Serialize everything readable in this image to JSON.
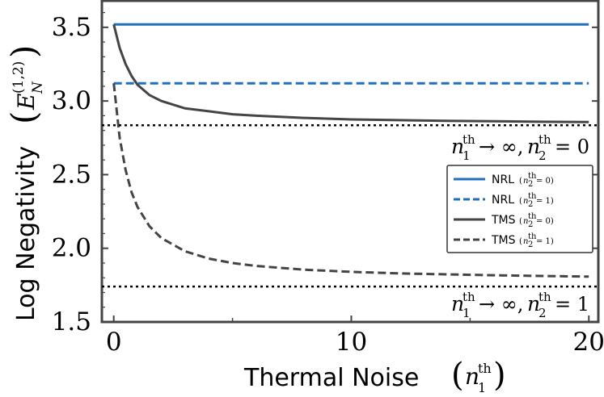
{
  "chart_data": {
    "type": "line",
    "xlabel": "Thermal Noise",
    "ylabel": "Log Negativity",
    "xlim": [
      -0.5,
      20.4
    ],
    "ylim": [
      1.5,
      3.68
    ],
    "x_ticks": [
      0,
      10,
      20
    ],
    "x_tick_labels": [
      "0",
      "10",
      "20"
    ],
    "y_ticks": [
      1.5,
      2.0,
      2.5,
      3.0,
      3.5
    ],
    "y_tick_labels": [
      "1.5",
      "2.0",
      "2.5",
      "3.0",
      "3.5"
    ],
    "grid": false,
    "legend_position": "center-right",
    "series": [
      {
        "name": "NRL",
        "condition": "= 0",
        "style": "solid",
        "color": "#1f6fbd",
        "x": [
          0,
          20
        ],
        "y": [
          3.52,
          3.52
        ]
      },
      {
        "name": "NRL",
        "condition": "= 1",
        "style": "dashed",
        "color": "#1f6fbd",
        "x": [
          0,
          20
        ],
        "y": [
          3.12,
          3.12
        ]
      },
      {
        "name": "TMS",
        "condition": "= 0",
        "style": "solid",
        "color": "#444444",
        "x": [
          0,
          0.25,
          0.5,
          0.75,
          1,
          1.5,
          2,
          3,
          4,
          5,
          6,
          8,
          10,
          12,
          14,
          16,
          18,
          20
        ],
        "y": [
          3.52,
          3.36,
          3.25,
          3.17,
          3.11,
          3.04,
          3.0,
          2.95,
          2.93,
          2.91,
          2.9,
          2.885,
          2.875,
          2.87,
          2.865,
          2.862,
          2.859,
          2.857
        ]
      },
      {
        "name": "TMS",
        "condition": "= 1",
        "style": "dashed",
        "color": "#444444",
        "x": [
          0,
          0.25,
          0.5,
          0.75,
          1,
          1.5,
          2,
          3,
          4,
          5,
          6,
          8,
          10,
          12,
          14,
          16,
          18,
          20
        ],
        "y": [
          3.12,
          2.75,
          2.53,
          2.38,
          2.28,
          2.15,
          2.07,
          1.98,
          1.93,
          1.9,
          1.88,
          1.855,
          1.84,
          1.83,
          1.823,
          1.817,
          1.812,
          1.808
        ]
      }
    ],
    "reference_lines": [
      {
        "y": 2.835,
        "style": "dotted",
        "color": "#000000",
        "label_cond1": "→ ∞,",
        "label_cond2": "= 0"
      },
      {
        "y": 1.74,
        "style": "dotted",
        "color": "#000000",
        "label_cond1": "→ ∞,",
        "label_cond2": "= 1"
      }
    ],
    "legend_entries": [
      {
        "name": "NRL",
        "condition": "= 0"
      },
      {
        "name": "NRL",
        "condition": "= 1"
      },
      {
        "name": "TMS",
        "condition": "= 0"
      },
      {
        "name": "TMS",
        "condition": "= 1"
      }
    ],
    "math_symbols": {
      "n": "n",
      "sub1": "1",
      "sub2": "2",
      "sup_th": "th",
      "E": "E",
      "N": "N",
      "sup12": "(1,2)"
    }
  }
}
